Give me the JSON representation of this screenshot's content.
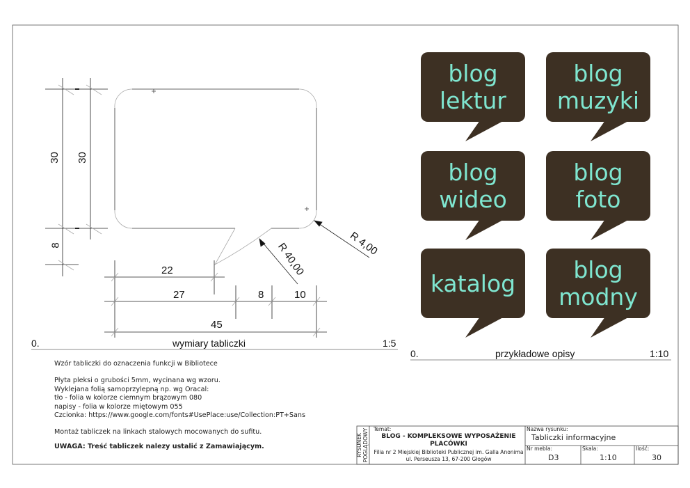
{
  "drawing": {
    "dimensions": {
      "height_top_outer": "30",
      "height_top_inner": "30",
      "tail_height": "8",
      "tail_tip": "22",
      "tail_start": "27",
      "tail_width": "8",
      "right_part": "10",
      "total_width": "45",
      "radius_large": "R 40,00",
      "radius_small": "R 4,00"
    },
    "caption": {
      "number": "0.",
      "title": "wymiary tabliczki",
      "scale": "1:5"
    }
  },
  "examples": {
    "caption": {
      "number": "0.",
      "title": "przykładowe opisy",
      "scale": "1:10"
    },
    "colors": {
      "background": "#3d3023",
      "text": "#7fe6d0"
    },
    "signs": [
      {
        "line1": "blog",
        "line2": "lektur"
      },
      {
        "line1": "blog",
        "line2": "muzyki"
      },
      {
        "line1": "blog",
        "line2": "wideo"
      },
      {
        "line1": "blog",
        "line2": "foto"
      },
      {
        "line1": "katalog",
        "line2": ""
      },
      {
        "line1": "blog",
        "line2": "modny"
      }
    ]
  },
  "notes": {
    "title": "Wzór tabliczki do oznaczenia funkcji w Bibliotece",
    "lines": [
      "Płyta pleksi o grubości 5mm, wycinana wg wzoru.",
      "Wyklejana folią samoprzylepną np. wg Oracal:",
      "tło - folia w kolorze ciemnym brązowym 080",
      "napisy - folia w kolorze  miętowym 055",
      "Czcionka: https://www.google.com/fonts#UsePlace:use/Collection:PT+Sans"
    ],
    "mounting": "Montaż tabliczek na linkach stalowych mocowanych do sufitu.",
    "warning": "UWAGA: Treść tabliczek nalezy ustalić z Zamawiającym."
  },
  "title_block": {
    "side_label_1": "RYSUNEK",
    "side_label_2": "POGLĄDOWY",
    "topic_label": "Temat:",
    "topic_line1": "BLOG - KOMPLEKSOWE WYPOSAŻENIE",
    "topic_line2": "PLACÓWKI",
    "address_line1": "Filia nr 2 Miejskiej Biblioteki Publicznej im. Galla Anonima",
    "address_line2": "ul. Perseusza 13, 67-200 Głogów",
    "drawing_name_label": "Nazwa rysunku:",
    "drawing_name": "Tabliczki informacyjne",
    "furniture_no_label": "Nr mebla:",
    "furniture_no": "D3",
    "scale_label": "Skala:",
    "scale": "1:10",
    "quantity_label": "Ilość:",
    "quantity": "30"
  }
}
